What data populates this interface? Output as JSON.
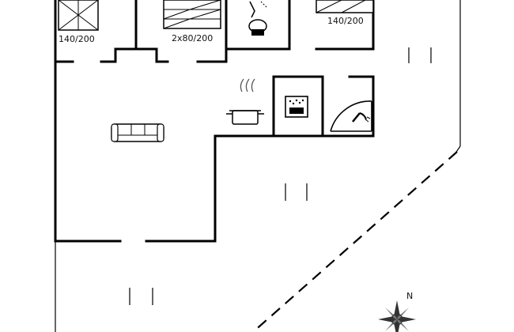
{
  "labels": {
    "bed_left": "140/200",
    "bed_middle": "2x80/200",
    "bed_right": "140/200",
    "compass_north": "N"
  },
  "icons": [
    "bed-icon",
    "toilet-icon",
    "shower-icon",
    "cooking-pot-icon",
    "sofa-icon",
    "sauna-icon",
    "compass-rose-icon"
  ]
}
